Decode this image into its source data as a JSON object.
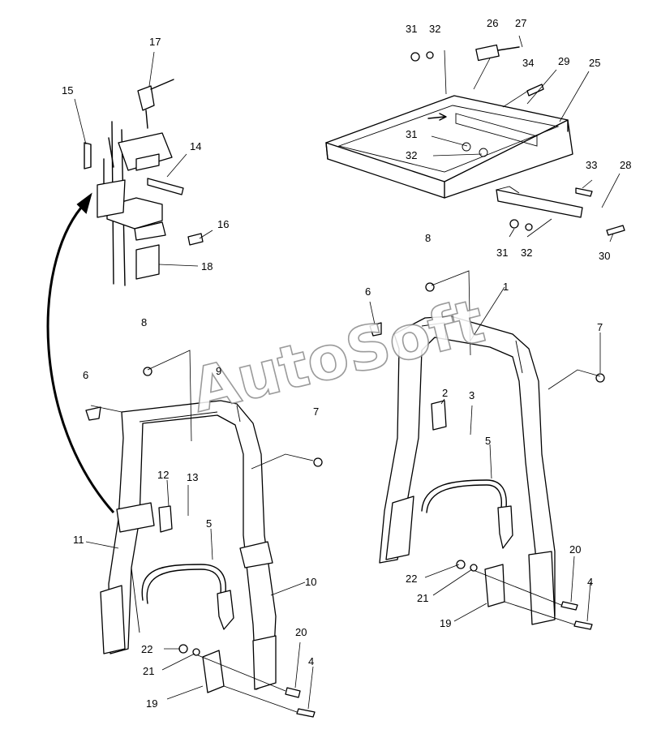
{
  "watermark": "AutoSoft",
  "labels": {
    "n1": "1",
    "n2": "2",
    "n3": "3",
    "n4a": "4",
    "n4b": "4",
    "n5a": "5",
    "n5b": "5",
    "n6a": "6",
    "n6b": "6",
    "n7a": "7",
    "n7b": "7",
    "n8a": "8",
    "n8b": "8",
    "n9": "9",
    "n10": "10",
    "n11": "11",
    "n12": "12",
    "n13": "13",
    "n14": "14",
    "n15": "15",
    "n16": "16",
    "n17": "17",
    "n18": "18",
    "n19a": "19",
    "n19b": "19",
    "n20a": "20",
    "n20b": "20",
    "n21a": "21",
    "n21b": "21",
    "n22a": "22",
    "n22b": "22",
    "n25": "25",
    "n26": "26",
    "n27": "27",
    "n28": "28",
    "n29": "29",
    "n30": "30",
    "n31a": "31",
    "n31b": "31",
    "n31c": "31",
    "n32a": "32",
    "n32b": "32",
    "n32c": "32",
    "n33": "33",
    "n34": "34"
  }
}
